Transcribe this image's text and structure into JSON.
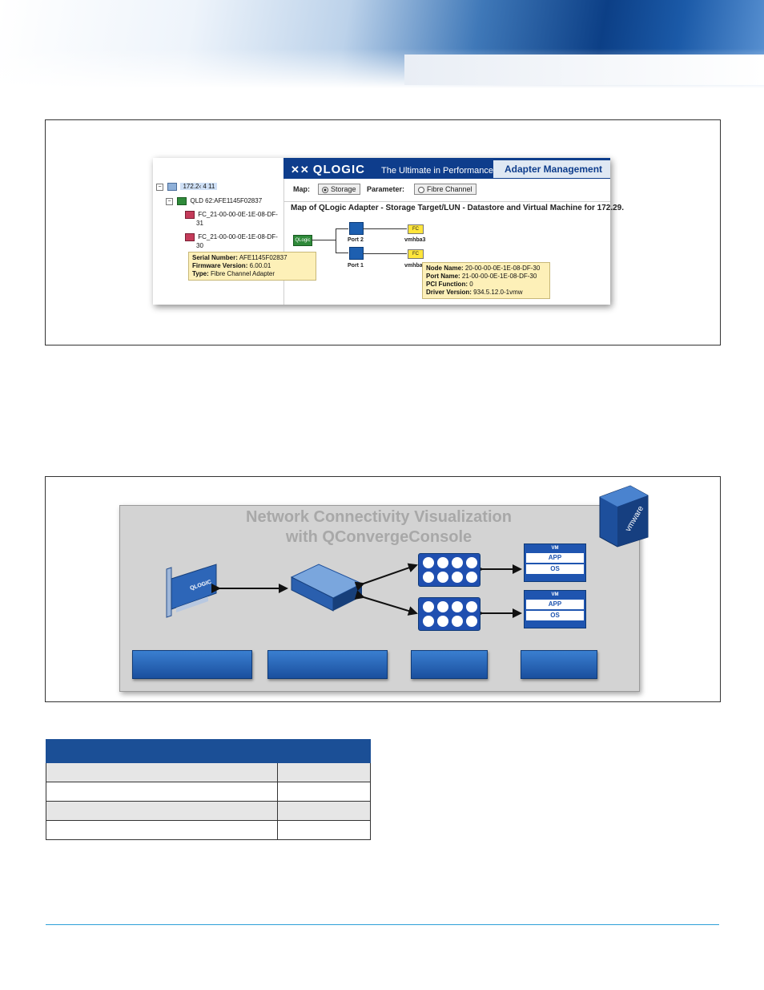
{
  "shot1": {
    "tree": {
      "root_ip": "172.2‹ 4  11",
      "adapter": "QLD  62:AFE1145F02837",
      "port1_line1": "FC_21-00-00-0E-1E-08-DF-",
      "port1_line2": "31",
      "port2_line1": "FC_21-00-00-0E-1E-08-DF-",
      "port2_line2": "30",
      "tooltip": {
        "serial_label": "Serial Number:",
        "serial_value": "AFE1145F02837",
        "firmware_label": "Firmware Version:",
        "firmware_value": "6.00.01",
        "type_label": "Type:",
        "type_value": "Fibre Channel Adapter"
      }
    },
    "header": {
      "logo": "QLOGIC",
      "tagline": "The Ultimate in Performance",
      "section": "Adapter Management"
    },
    "toolbar": {
      "map_label": "Map:",
      "map_option": "Storage",
      "param_label": "Parameter:",
      "param_option": "Fibre Channel"
    },
    "map_title": "Map of QLogic Adapter - Storage Target/LUN - Datastore and Virtual Machine for 172.29.",
    "nodes": {
      "adapter": "QLogic",
      "port2": "Port 2",
      "port1": "Port 1",
      "fc_label": "FC",
      "vmhba_top": "vmhba3",
      "vmhba_bottom": "vmhba"
    },
    "port_tooltip": {
      "node_label": "Node Name:",
      "node_value": "20-00-00-0E-1E-08-DF-30",
      "port_label": "Port Name:",
      "port_value": "21-00-00-0E-1E-08-DF-30",
      "pci_label": "PCI Function:",
      "pci_value": "0",
      "driver_label": "Driver Version:",
      "driver_value": "934.5.12.0-1vmw"
    }
  },
  "diagram": {
    "title_line1": "Network Connectivity Visualization",
    "title_line2": "with QConvergeConsole",
    "card_brand": "QLOGIC",
    "server_brand": "vmware",
    "vm_head": "VM",
    "vm_app": "APP",
    "vm_os": "OS"
  },
  "colors": {
    "brand_blue": "#0e3d8c",
    "table_header": "#1b4f96",
    "footer_rule": "#2d9fd8",
    "tooltip_bg": "#fdf0b8"
  }
}
